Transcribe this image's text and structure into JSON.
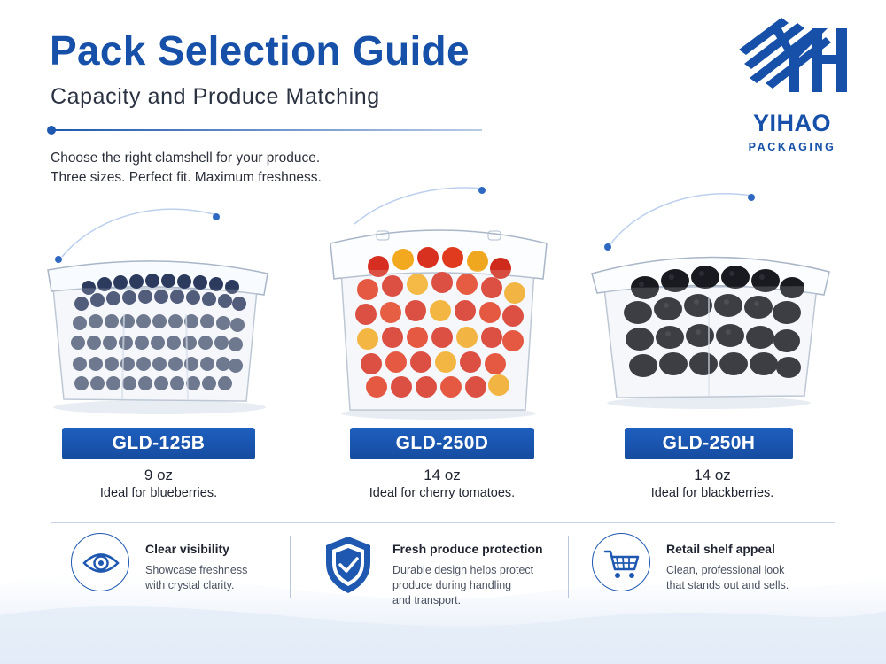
{
  "header": {
    "title": "Pack Selection Guide",
    "subtitle": "Capacity and Produce Matching",
    "intro_line1": "Choose the right clamshell for your produce.",
    "intro_line2": "Three sizes. Perfect fit. Maximum freshness."
  },
  "brand": {
    "name": "YIHAO",
    "tagline": "PACKAGING",
    "color": "#1650a8"
  },
  "products": [
    {
      "code": "GLD-125B",
      "capacity": "9 oz",
      "ideal": "Ideal for blueberries.",
      "produce_icon": "blueberries"
    },
    {
      "code": "GLD-250D",
      "capacity": "14 oz",
      "ideal": "Ideal for cherry tomatoes.",
      "produce_icon": "cherry-tomatoes"
    },
    {
      "code": "GLD-250H",
      "capacity": "14 oz",
      "ideal": "Ideal for blackberries.",
      "produce_icon": "blackberries"
    }
  ],
  "features": [
    {
      "title": "Clear visibility",
      "desc_line1": "Showcase freshness",
      "desc_line2": "with crystal clarity.",
      "desc_line3": "",
      "icon": "eye-icon"
    },
    {
      "title": "Fresh produce protection",
      "desc_line1": "Durable design helps protect",
      "desc_line2": "produce during handling",
      "desc_line3": "and transport.",
      "icon": "shield-check-icon"
    },
    {
      "title": "Retail shelf appeal",
      "desc_line1": "Clean, professional look",
      "desc_line2": "that stands out and sells.",
      "desc_line3": "",
      "icon": "shopping-cart-icon"
    }
  ],
  "colors": {
    "accent": "#1f58b0",
    "badge": "#1a55b0"
  }
}
